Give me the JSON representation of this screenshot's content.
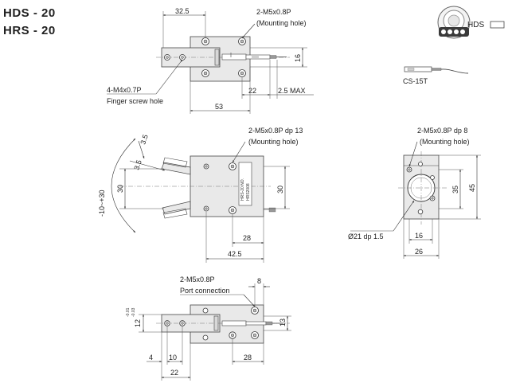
{
  "title": {
    "line1": "HDS - 20",
    "line2": "HRS - 20"
  },
  "legend": {
    "label": "HDS"
  },
  "sensor": {
    "label": "CS-15T"
  },
  "top_view": {
    "dim_32_5": "32.5",
    "mount_label": "2-M5x0.8P",
    "mount_note": "(Mounting hole)",
    "dim_16": "16",
    "finger_label": "4-M4x0.7P",
    "finger_note": "Finger screw hole",
    "dim_22": "22",
    "dim_2_5max": "2.5 MAX",
    "dim_53": "53"
  },
  "open_view": {
    "mount_label": "2-M5x0.8P dp 13",
    "mount_note": "(Mounting hole)",
    "dim_3_5a": "3.5",
    "dim_3_5b": "3.5",
    "dim_30_left": "30",
    "dim_30_right": "30",
    "dim_angle": "-10~+30",
    "dim_28": "28",
    "dim_42_5": "42.5"
  },
  "end_view": {
    "mount_label": "2-M5x0.8P  dp 8",
    "mount_note": "(Mounting hole)",
    "dim_35": "35",
    "dim_45": "45",
    "bore_label": "Ø21 dp 1.5",
    "dim_16": "16",
    "dim_26": "26"
  },
  "side_view": {
    "port_label": "2-M5x0.8P",
    "port_note": "Port connection",
    "dim_8": "8",
    "dim_12": "12",
    "tol_upper": "-0.01",
    "tol_lower": "-0.03",
    "dim_13": "13",
    "dim_4": "4",
    "dim_10": "10",
    "dim_28": "28",
    "dim_22": "22"
  },
  "colors": {
    "body_fill": "#e9e9e9",
    "line": "#333333",
    "logo_dark": "#3a3a3a"
  }
}
